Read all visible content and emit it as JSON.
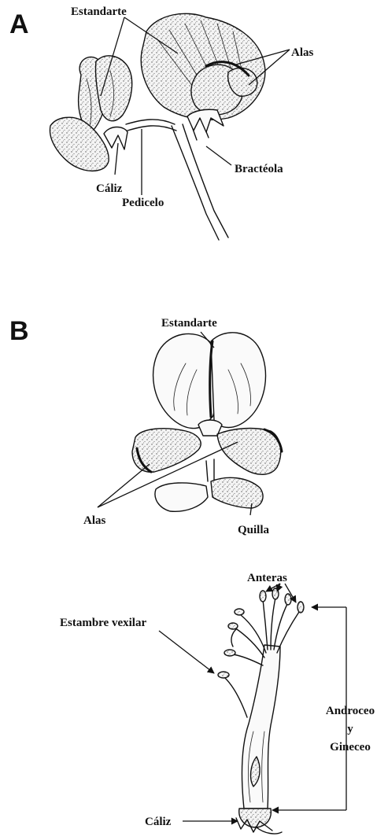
{
  "panels": {
    "a": {
      "letter": "A",
      "labels": {
        "estandarte": "Estandarte",
        "alas": "Alas",
        "bracteola": "Bractéola",
        "caliz": "Cáliz",
        "pedicelo": "Pedicelo"
      }
    },
    "b": {
      "letter": "B",
      "labels": {
        "estandarte": "Estandarte",
        "alas": "Alas",
        "quilla": "Quilla"
      }
    },
    "c": {
      "labels": {
        "anteras": "Anteras",
        "estambre_vexilar": "Estambre vexilar",
        "androceo": "Androceo",
        "y": "y",
        "gineceo": "Gineceo",
        "caliz": "Cáliz"
      }
    }
  }
}
